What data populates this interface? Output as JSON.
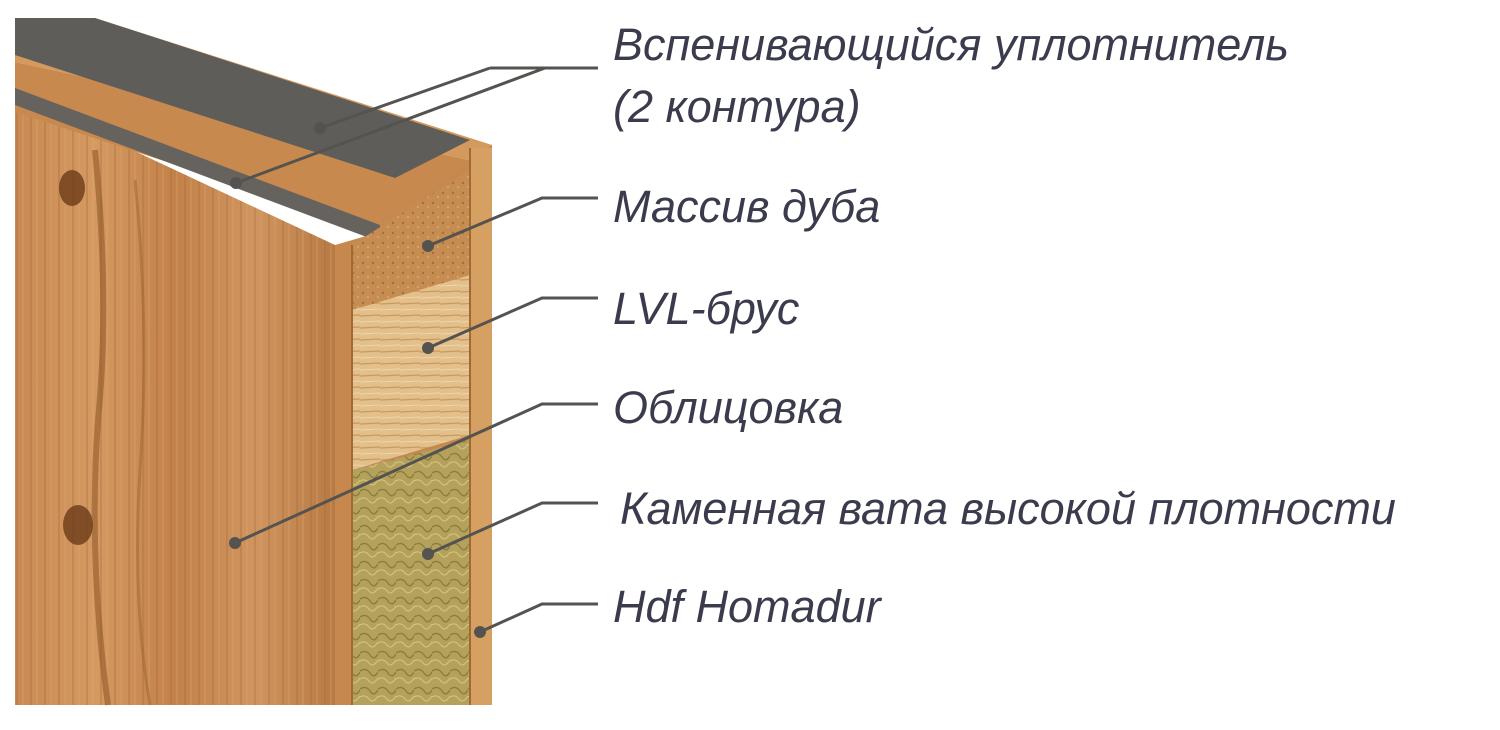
{
  "layers": [
    {
      "id": "seal",
      "label_lines": [
        "Вспенивающийся уплотнитель",
        "(2 контура)"
      ]
    },
    {
      "id": "oak",
      "label": "Массив дуба"
    },
    {
      "id": "lvl",
      "label": "LVL-брус"
    },
    {
      "id": "facing",
      "label": "Облицовка"
    },
    {
      "id": "wool",
      "label": "Каменная вата высокой плотности"
    },
    {
      "id": "hdf",
      "label": "Hdf Homadur"
    }
  ],
  "colors": {
    "label_text": "#3b3b4e",
    "leader_line": "#55534f",
    "veneer": "#c98c52",
    "oak": "#c99156",
    "lvl": "#e3c08e",
    "wool": "#b7a560",
    "seal": "#5f5d5a",
    "hdf_edge": "#d29a5a"
  }
}
